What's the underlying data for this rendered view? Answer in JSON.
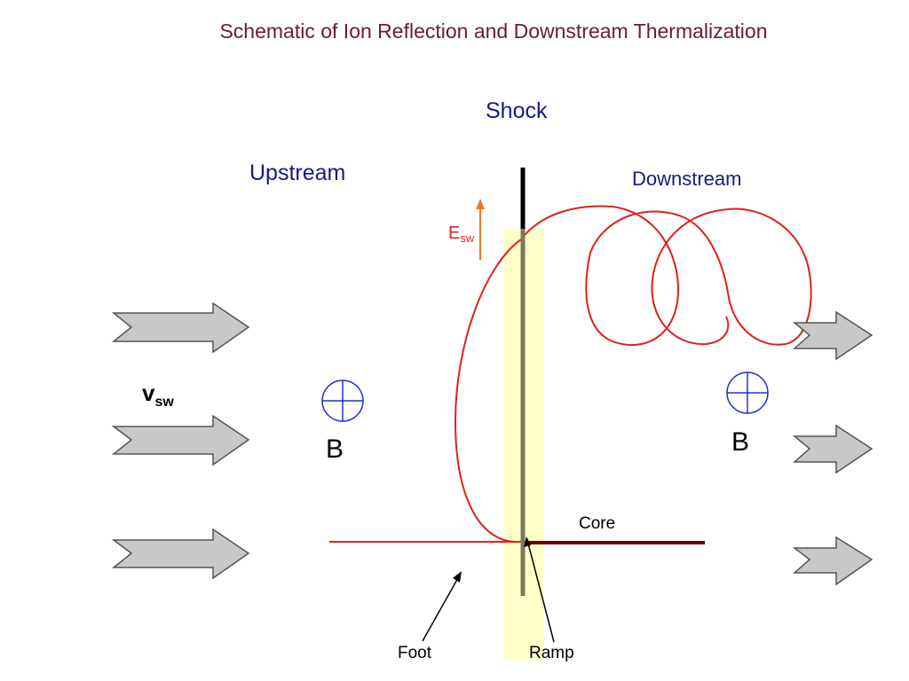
{
  "title": "Schematic of Ion Reflection and Downstream Thermalization",
  "labels": {
    "shock": "Shock",
    "upstream": "Upstream",
    "downstream": "Downstream",
    "b_left": "B",
    "b_right": "B",
    "vsw_main": "v",
    "vsw_sub": "sw",
    "esw_main": "E",
    "esw_sub": "sw",
    "core": "Core",
    "foot": "Foot",
    "ramp": "Ramp"
  },
  "colors": {
    "title": "#6b1a3a",
    "label_blue": "#1a1a80",
    "trajectory": "#e02020",
    "core_line": "#6b0000",
    "shock_line": "#000000",
    "ramp_band": "#ffffc8",
    "field_symbol": "#2233cc",
    "arrow_fill": "#c8c8c8",
    "efield_arrow": "#f07820"
  },
  "icons": {
    "inflow_arrows": "block-arrow-right",
    "outflow_arrows": "block-arrow-right",
    "magnetic_field": "circle-cross-into-page",
    "electric_field": "thin-arrow-up"
  }
}
